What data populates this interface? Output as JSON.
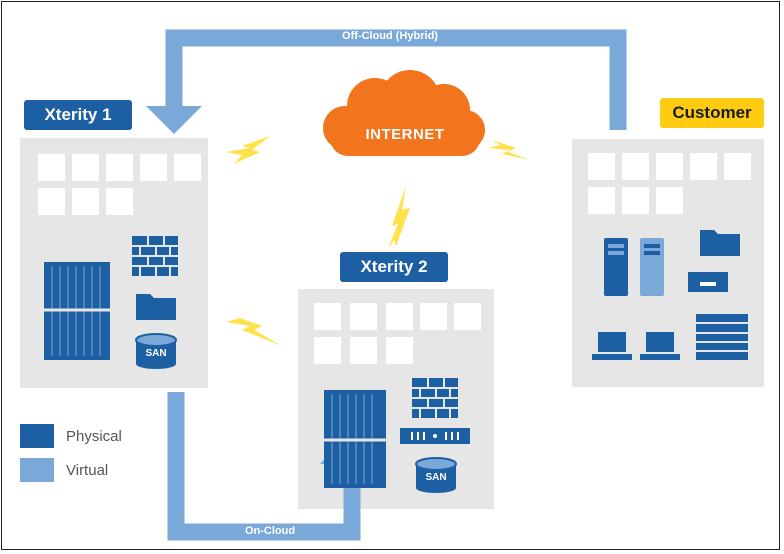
{
  "colors": {
    "physical": "#1d5fa3",
    "virtual": "#7aa8d9",
    "building": "#e6e6e7",
    "internet": "#f2741c",
    "lightning": "#ffe14a",
    "customer_tag": "#ffcc11"
  },
  "nodes": {
    "xterity1": "Xterity 1",
    "xterity2": "Xterity 2",
    "customer": "Customer",
    "internet": "INTERNET"
  },
  "flows": {
    "off_cloud": "Off-Cloud (Hybrid)",
    "on_cloud": "On-Cloud"
  },
  "storage_label": "SAN",
  "legend": [
    {
      "label": "Physical",
      "color": "#1d5fa3"
    },
    {
      "label": "Virtual",
      "color": "#7aa8d9"
    }
  ],
  "icons": [
    "server-rack-icon",
    "firewall-icon",
    "folder-icon",
    "san-storage-icon",
    "network-switch-icon",
    "tower-server-icon",
    "laptop-icon",
    "lightning-icon",
    "cloud-icon"
  ]
}
